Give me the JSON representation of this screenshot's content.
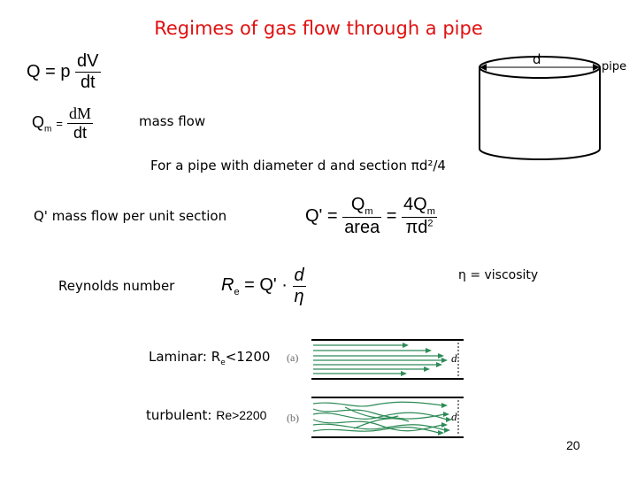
{
  "title": "Regimes of gas flow through a pipe",
  "eq1": {
    "lhs": "Q = p",
    "num": "dV",
    "den": "dt"
  },
  "eq2": {
    "lhs": "Q",
    "lhs_sub": "m",
    "eq": "=",
    "num": "dM",
    "den": "dt"
  },
  "mass_flow_label": "mass flow",
  "pipe": {
    "diameter_label": "d",
    "label": "pipe"
  },
  "section_text": "For a pipe with diameter d and section πd²/4",
  "mass_flow_per_unit": {
    "label": "Q' mass flow per unit section",
    "lhs": "Q' =",
    "f1_num": "Q",
    "f1_num_sub": "m",
    "f1_den": "area",
    "eq2": "=",
    "f2_num": "4Q",
    "f2_num_sub": "m",
    "f2_den": "πd",
    "f2_den_sup": "2"
  },
  "reynolds": {
    "label": "Reynolds number",
    "lhs": "R",
    "lhs_sub": "e",
    "mid": "= Q' ·",
    "num": "d",
    "den": "η"
  },
  "viscosity_text": "η = viscosity",
  "laminar": {
    "label": "Laminar: R",
    "label_sub": "e",
    "label_tail": "<1200",
    "tag": "(a)",
    "d": "d"
  },
  "turbulent": {
    "label": "turbulent: ",
    "value": "Re>2200",
    "tag": "(b)",
    "d": "d"
  },
  "page_number": "20"
}
